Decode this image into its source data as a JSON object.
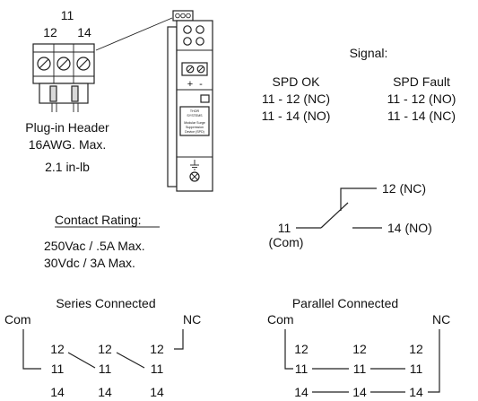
{
  "header": {
    "top": "11",
    "left": "12",
    "right": "14",
    "caption1": "Plug-in Header",
    "caption2": "16AWG. Max.",
    "caption3": "2.1 in-lb"
  },
  "device": {
    "brand1": "THOR",
    "brand2": "SYSTEMS",
    "desc1": "Modular Surge",
    "desc2": "Suppression",
    "desc3": "Device (SPD)",
    "plus": "+",
    "minus": "-"
  },
  "signal": {
    "title": "Signal:",
    "ok_title": "SPD OK",
    "ok_line1": "11 - 12 (NC)",
    "ok_line2": "11 - 14 (NO)",
    "fault_title": "SPD Fault",
    "fault_line1": "11 - 12 (NO)",
    "fault_line2": "11 - 14 (NC)"
  },
  "contact_schematic": {
    "nc": "12 (NC)",
    "no": "14 (NO)",
    "common": "11",
    "common_label": "(Com)"
  },
  "rating": {
    "title": "Contact Rating:",
    "line1": "250Vac / .5A Max.",
    "line2": "30Vdc / 3A Max."
  },
  "series": {
    "title": "Series Connected",
    "com": "Com",
    "nc": "NC",
    "row12": [
      "12",
      "12",
      "12"
    ],
    "row11": [
      "11",
      "11",
      "11"
    ],
    "row14": [
      "14",
      "14",
      "14"
    ]
  },
  "parallel": {
    "title": "Parallel Connected",
    "com": "Com",
    "nc": "NC",
    "row12": [
      "12",
      "12",
      "12"
    ],
    "row11": [
      "11",
      "11",
      "11"
    ],
    "row14": [
      "14",
      "14",
      "14"
    ]
  }
}
